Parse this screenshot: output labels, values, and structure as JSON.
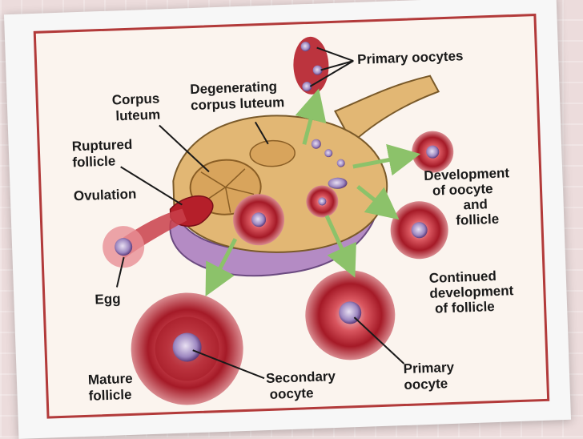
{
  "labels": {
    "primary_oocytes": "Primary oocytes",
    "corpus_luteum_l1": "Corpus",
    "corpus_luteum_l2": "luteum",
    "degenerating_l1": "Degenerating",
    "degenerating_l2": "corpus luteum",
    "ruptured_l1": "Ruptured",
    "ruptured_l2": "follicle",
    "ovulation": "Ovulation",
    "egg": "Egg",
    "development_l1": "Development",
    "development_l2": "of oocyte",
    "development_l3": "and",
    "development_l4": "follicle",
    "continued_l1": "Continued",
    "continued_l2": "development",
    "continued_l3": "of follicle",
    "mature_l1": "Mature",
    "mature_l2": "follicle",
    "secondary_l1": "Secondary",
    "secondary_l2": "oocyte",
    "primary_oocyte_l1": "Primary",
    "primary_oocyte_l2": "oocyte"
  },
  "colors": {
    "frame_border": "#b23a3a",
    "ovary_tissue": "#e2b774",
    "ovary_base": "#b48bc4",
    "follicle_red": "#b51f2a",
    "arrow_green": "#8cc26a"
  }
}
